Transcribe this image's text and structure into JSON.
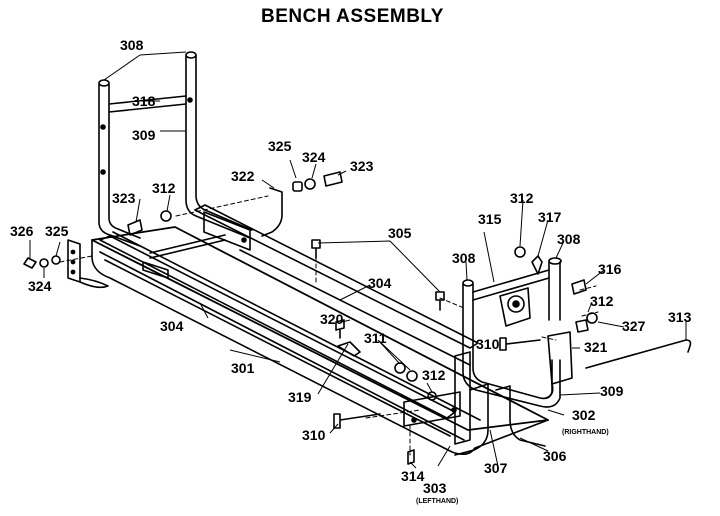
{
  "title": "BENCH ASSEMBLY",
  "parts": {
    "p301": "301",
    "p302": "302",
    "p302_note": "(RIGHTHAND)",
    "p303": "303",
    "p303_note": "(LEFTHAND)",
    "p304a": "304",
    "p304b": "304",
    "p305": "305",
    "p306": "306",
    "p307": "307",
    "p308a": "308",
    "p308b": "308",
    "p308c": "308",
    "p309a": "309",
    "p309b": "309",
    "p310a": "310",
    "p310b": "310",
    "p311": "311",
    "p312a": "312",
    "p312b": "312",
    "p312c": "312",
    "p312d": "312",
    "p313": "313",
    "p314": "314",
    "p315": "315",
    "p316": "316",
    "p317": "317",
    "p318": "318",
    "p319": "319",
    "p320": "320",
    "p321": "321",
    "p322": "322",
    "p323a": "323",
    "p323b": "323",
    "p324a": "324",
    "p324b": "324",
    "p325a": "325",
    "p325b": "325",
    "p326": "326",
    "p327": "327"
  }
}
